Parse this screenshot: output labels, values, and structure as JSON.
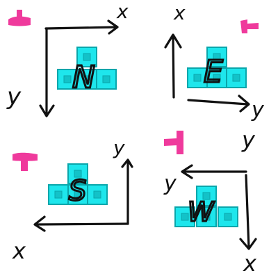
{
  "colors": {
    "ink": "#111111",
    "cell_fill": "#1ee6ec",
    "cell_inner": "#13c2c8",
    "cell_border": "#0aa6ab",
    "marker": "#ef3a9c"
  },
  "quadrants": [
    {
      "id": "north",
      "letter": "N",
      "h_axis_label": "x",
      "v_axis_label": "y"
    },
    {
      "id": "east",
      "letter": "E",
      "h_axis_label": "y",
      "v_axis_label": "x",
      "v_axis_label_bottom": "y"
    },
    {
      "id": "south",
      "letter": "S",
      "h_axis_label": "x",
      "v_axis_label": "y"
    },
    {
      "id": "west",
      "letter": "W",
      "h_axis_label": "y",
      "v_axis_label": "x"
    }
  ]
}
